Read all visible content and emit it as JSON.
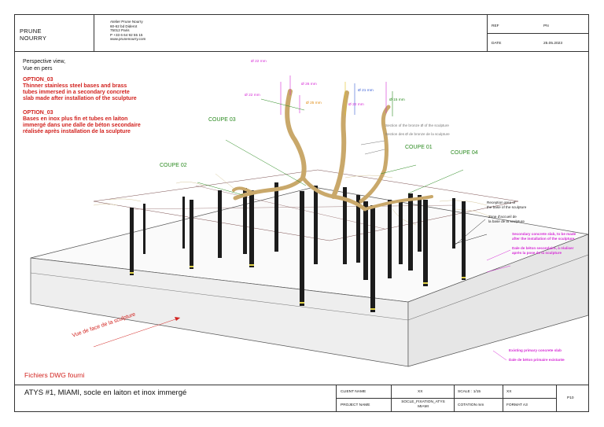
{
  "header": {
    "company": [
      "PRUNE",
      "NOURRY"
    ],
    "address": [
      "Atelier Prune Nourry",
      "60-62 bd Diderot",
      "75012 Paris",
      "P +33 6 64 92 55 15",
      "www.prunenourry.com"
    ],
    "ref_label": "REF",
    "pn_label": "PN",
    "date_label": "DATE",
    "date_value": "25.05.2023"
  },
  "view": {
    "title_en": "Perspective view,",
    "title_fr": "Vue en pers",
    "option_en_title": "OPTION_03",
    "option_en_text": [
      "Thinner stainless steel bases and brass",
      "tubes immersed in a secondary concrete",
      "slab made after installation of the sculpture"
    ],
    "option_fr_title": "OPTION_03",
    "option_fr_text": [
      "Bases en inox plus fin et tubes en laiton",
      "immergé dans une dalle de béton secondaire",
      "réalisée après installation de la sculpture"
    ]
  },
  "annotations": {
    "dims": [
      "Ø 22 mm",
      "Ø 26 mm",
      "Ø 22 mm",
      "Ø 21 mm",
      "Ø 25 mm",
      "Ø 22 mm",
      "Ø 15 mm"
    ],
    "coupe_03": "COUPE 03",
    "coupe_02": "COUPE 02",
    "coupe_01": "COUPE 01",
    "coupe_04": "COUPE 04",
    "section_en": "Section of the bronze Ø of the sculpture",
    "section_fr": "Section des Ø de bronze de la sculpture",
    "reception_en": [
      "Reception area of",
      "the base of the sculpture"
    ],
    "reception_fr": [
      "Zone d'accueil de",
      "la base de la sculpture"
    ],
    "secondary_en": [
      "Secondary concrete slab, to be made",
      "after the installation of the sculpture"
    ],
    "secondary_fr": [
      "Dale de béton secondaire, à réaliser",
      "après la pose de la sculpture"
    ],
    "front_view": "Vue de face de la sculpture",
    "existing_en": "Existing primary concrete slab",
    "existing_fr": "Dale de béton primaire existante",
    "dwg": "Fichiers DWG fourni"
  },
  "footer": {
    "title": "ATYS #1, MIAMI, socle en laiton et inox immergé",
    "client_label": "CLIENT NAME",
    "client_value": "XX",
    "scale_label": "SCALE : 1/15",
    "scale_value": "XX",
    "project_label": "PROJECT NAME",
    "project_value": [
      "SOCLE_FIXATION_ATYS",
      "MIAMI"
    ],
    "cotation": "COTATION mm",
    "format": "FORMAT A3",
    "page": "P10"
  },
  "colors": {
    "red": "#d2231f",
    "green": "#2a8a1f",
    "magenta": "#d62bd6",
    "brass": "#c9a86a",
    "post": "#1c1c1c"
  }
}
